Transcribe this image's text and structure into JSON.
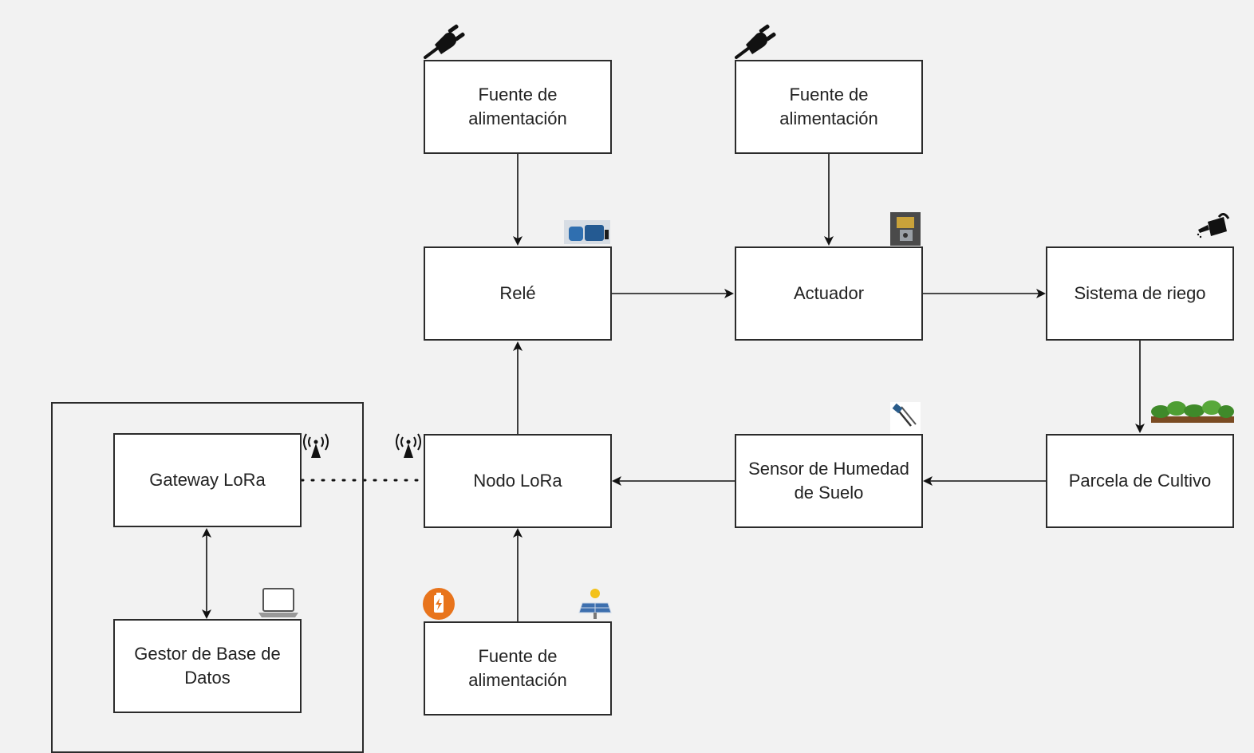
{
  "diagram": {
    "nodes": {
      "power_top_left": "Fuente de\nalimentación",
      "power_top_right": "Fuente de\nalimentación",
      "relay": "Relé",
      "actuator": "Actuador",
      "irrigation": "Sistema de riego",
      "crop_plot": "Parcela de Cultivo",
      "soil_sensor": "Sensor de Humedad\nde Suelo",
      "lora_node": "Nodo LoRa",
      "power_bottom": "Fuente de\nalimentación",
      "gateway": "Gateway LoRa",
      "db_manager": "Gestor de Base de\nDatos"
    },
    "edges": [
      {
        "from": "power_top_left",
        "to": "relay",
        "style": "solid"
      },
      {
        "from": "power_top_right",
        "to": "actuator",
        "style": "solid"
      },
      {
        "from": "relay",
        "to": "actuator",
        "style": "solid"
      },
      {
        "from": "actuator",
        "to": "irrigation",
        "style": "solid"
      },
      {
        "from": "irrigation",
        "to": "crop_plot",
        "style": "solid"
      },
      {
        "from": "crop_plot",
        "to": "soil_sensor",
        "style": "solid"
      },
      {
        "from": "soil_sensor",
        "to": "lora_node",
        "style": "solid"
      },
      {
        "from": "lora_node",
        "to": "relay",
        "style": "solid"
      },
      {
        "from": "power_bottom",
        "to": "lora_node",
        "style": "solid"
      },
      {
        "from": "gateway",
        "to": "db_manager",
        "style": "solid-bidirectional"
      },
      {
        "from": "gateway",
        "to": "lora_node",
        "style": "dotted"
      }
    ],
    "icons": [
      "plug-icon",
      "plug-icon",
      "relay-module-icon",
      "actuator-module-icon",
      "watering-can-icon",
      "plants-icon",
      "soil-sensor-probe-icon",
      "antenna-icon",
      "antenna-icon",
      "laptop-icon",
      "battery-icon",
      "solar-panel-icon"
    ],
    "colors": {
      "background": "#f2f2f2",
      "box_fill": "#ffffff",
      "stroke": "#2b2b2b",
      "battery": "#e8741c",
      "solar": "#3d6fae",
      "plants": "#3f8a2a",
      "relay": "#2f6fb0"
    }
  }
}
